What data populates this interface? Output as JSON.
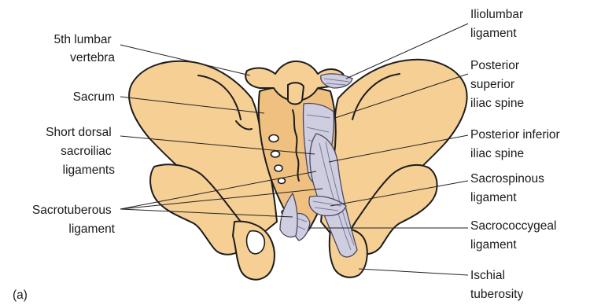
{
  "panel_label": "(a)",
  "labels": {
    "fifth_lumbar": [
      "5th lumbar",
      "vertebra"
    ],
    "sacrum": [
      "Sacrum"
    ],
    "short_dorsal": [
      "Short dorsal",
      "sacroiliac",
      "ligaments"
    ],
    "sacrotuberous": [
      "Sacrotuberous",
      "ligament"
    ],
    "iliolumbar": [
      "Iliolumbar",
      "ligament"
    ],
    "psis": [
      "Posterior",
      "superior",
      "iliac spine"
    ],
    "piis": [
      "Posterior inferior",
      "iliac spine"
    ],
    "sacrospinous": [
      "Sacrospinous",
      "ligament"
    ],
    "sacrococcygeal": [
      "Sacrococcygeal",
      "ligament"
    ],
    "ischial": [
      "Ischial",
      "tuberosity"
    ]
  },
  "colors": {
    "bone": "#f6cf95",
    "ligament": "#cfcde0",
    "outline": "#1d1d1d"
  }
}
